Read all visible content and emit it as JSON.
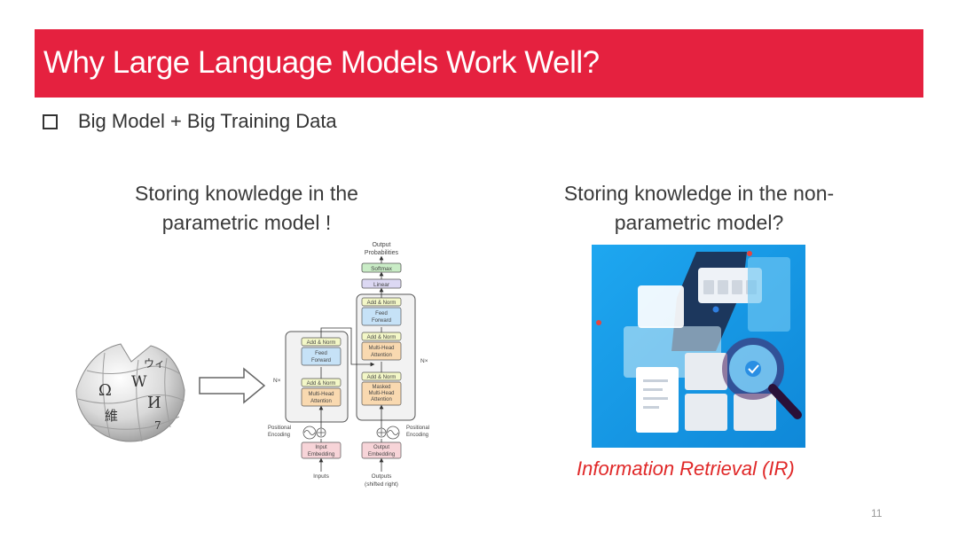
{
  "slide": {
    "title": "Why Large Language Models Work Well?",
    "bullet": "Big Model + Big Training Data",
    "left_caption_line1": "Storing knowledge in the",
    "left_caption_line2": "parametric model !",
    "right_caption_line1": "Storing knowledge in the non-",
    "right_caption_line2": "parametric model?",
    "ir_label": "Information Retrieval (IR)",
    "page_number": "11"
  },
  "transformer": {
    "output_probabilities_line1": "Output",
    "output_probabilities_line2": "Probabilities",
    "softmax": "Softmax",
    "linear": "Linear",
    "add_norm": "Add & Norm",
    "feed": "Feed",
    "forward": "Forward",
    "multi_head": "Multi-Head",
    "attention": "Attention",
    "masked": "Masked",
    "nx": "N×",
    "positional": "Positional",
    "encoding": "Encoding",
    "input_embedding_line1": "Input",
    "input_embedding_line2": "Embedding",
    "output_embedding_line1": "Output",
    "output_embedding_line2": "Embedding",
    "inputs": "Inputs",
    "outputs_line1": "Outputs",
    "outputs_line2": "(shifted right)"
  },
  "wiki_glyphs": [
    "Ω",
    "W",
    "И",
    "維",
    "ウィ",
    "7"
  ],
  "colors": {
    "title_bar": "#e5213f",
    "ir_label": "#e02828",
    "ir_background": "#1ea7f0",
    "add_norm": "#f3f7c7",
    "feed_forward": "#c6e2f7",
    "attention": "#f9d9b0",
    "embedding": "#f7d4d8",
    "softmax": "#c9ecc6",
    "linear": "#dcd8f3"
  }
}
